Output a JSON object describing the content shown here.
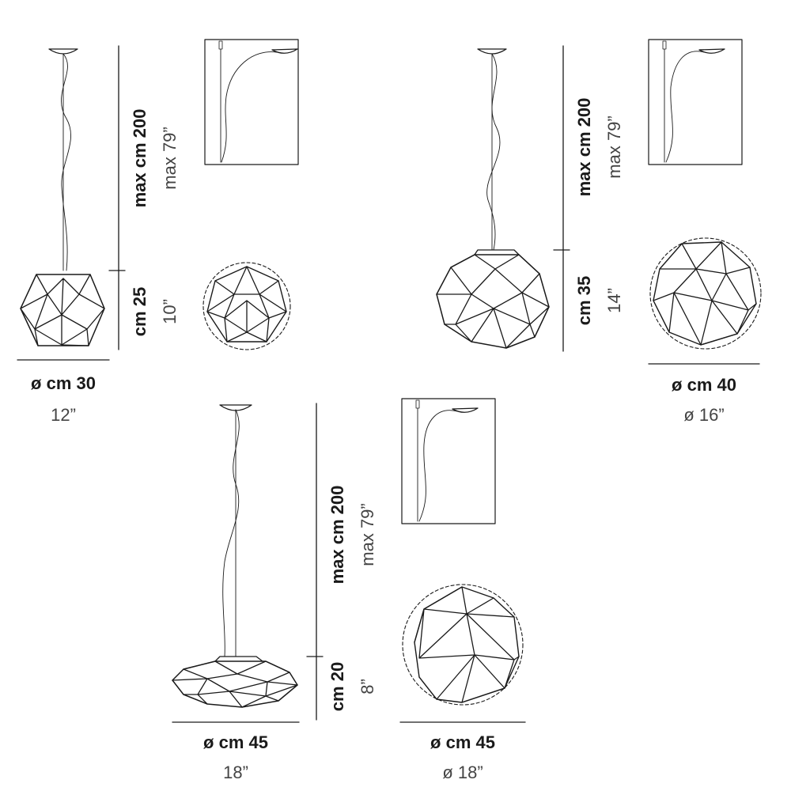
{
  "colors": {
    "line": "#1a1a1a",
    "text": "#1a1a1a",
    "muted": "#444444",
    "background": "#ffffff"
  },
  "lamps": [
    {
      "id": "small",
      "height_max_cm": "max cm 200",
      "height_max_in": "max 79”",
      "body_height_cm": "cm 25",
      "body_height_in": "10”",
      "side_diameter_cm": "ø cm 30",
      "side_diameter_in": "12”"
    },
    {
      "id": "medium",
      "height_max_cm": "max cm 200",
      "height_max_in": "max 79”",
      "body_height_cm": "cm 35",
      "body_height_in": "14”",
      "top_diameter_cm": "ø cm 40",
      "top_diameter_in": "ø 16”"
    },
    {
      "id": "large-flat",
      "height_max_cm": "max cm 200",
      "height_max_in": "max 79”",
      "body_height_cm": "cm 20",
      "body_height_in": "8”",
      "side_diameter_cm": "ø cm 45",
      "side_diameter_in": "18”",
      "top_diameter_cm": "ø cm 45",
      "top_diameter_in": "ø 18”"
    }
  ]
}
